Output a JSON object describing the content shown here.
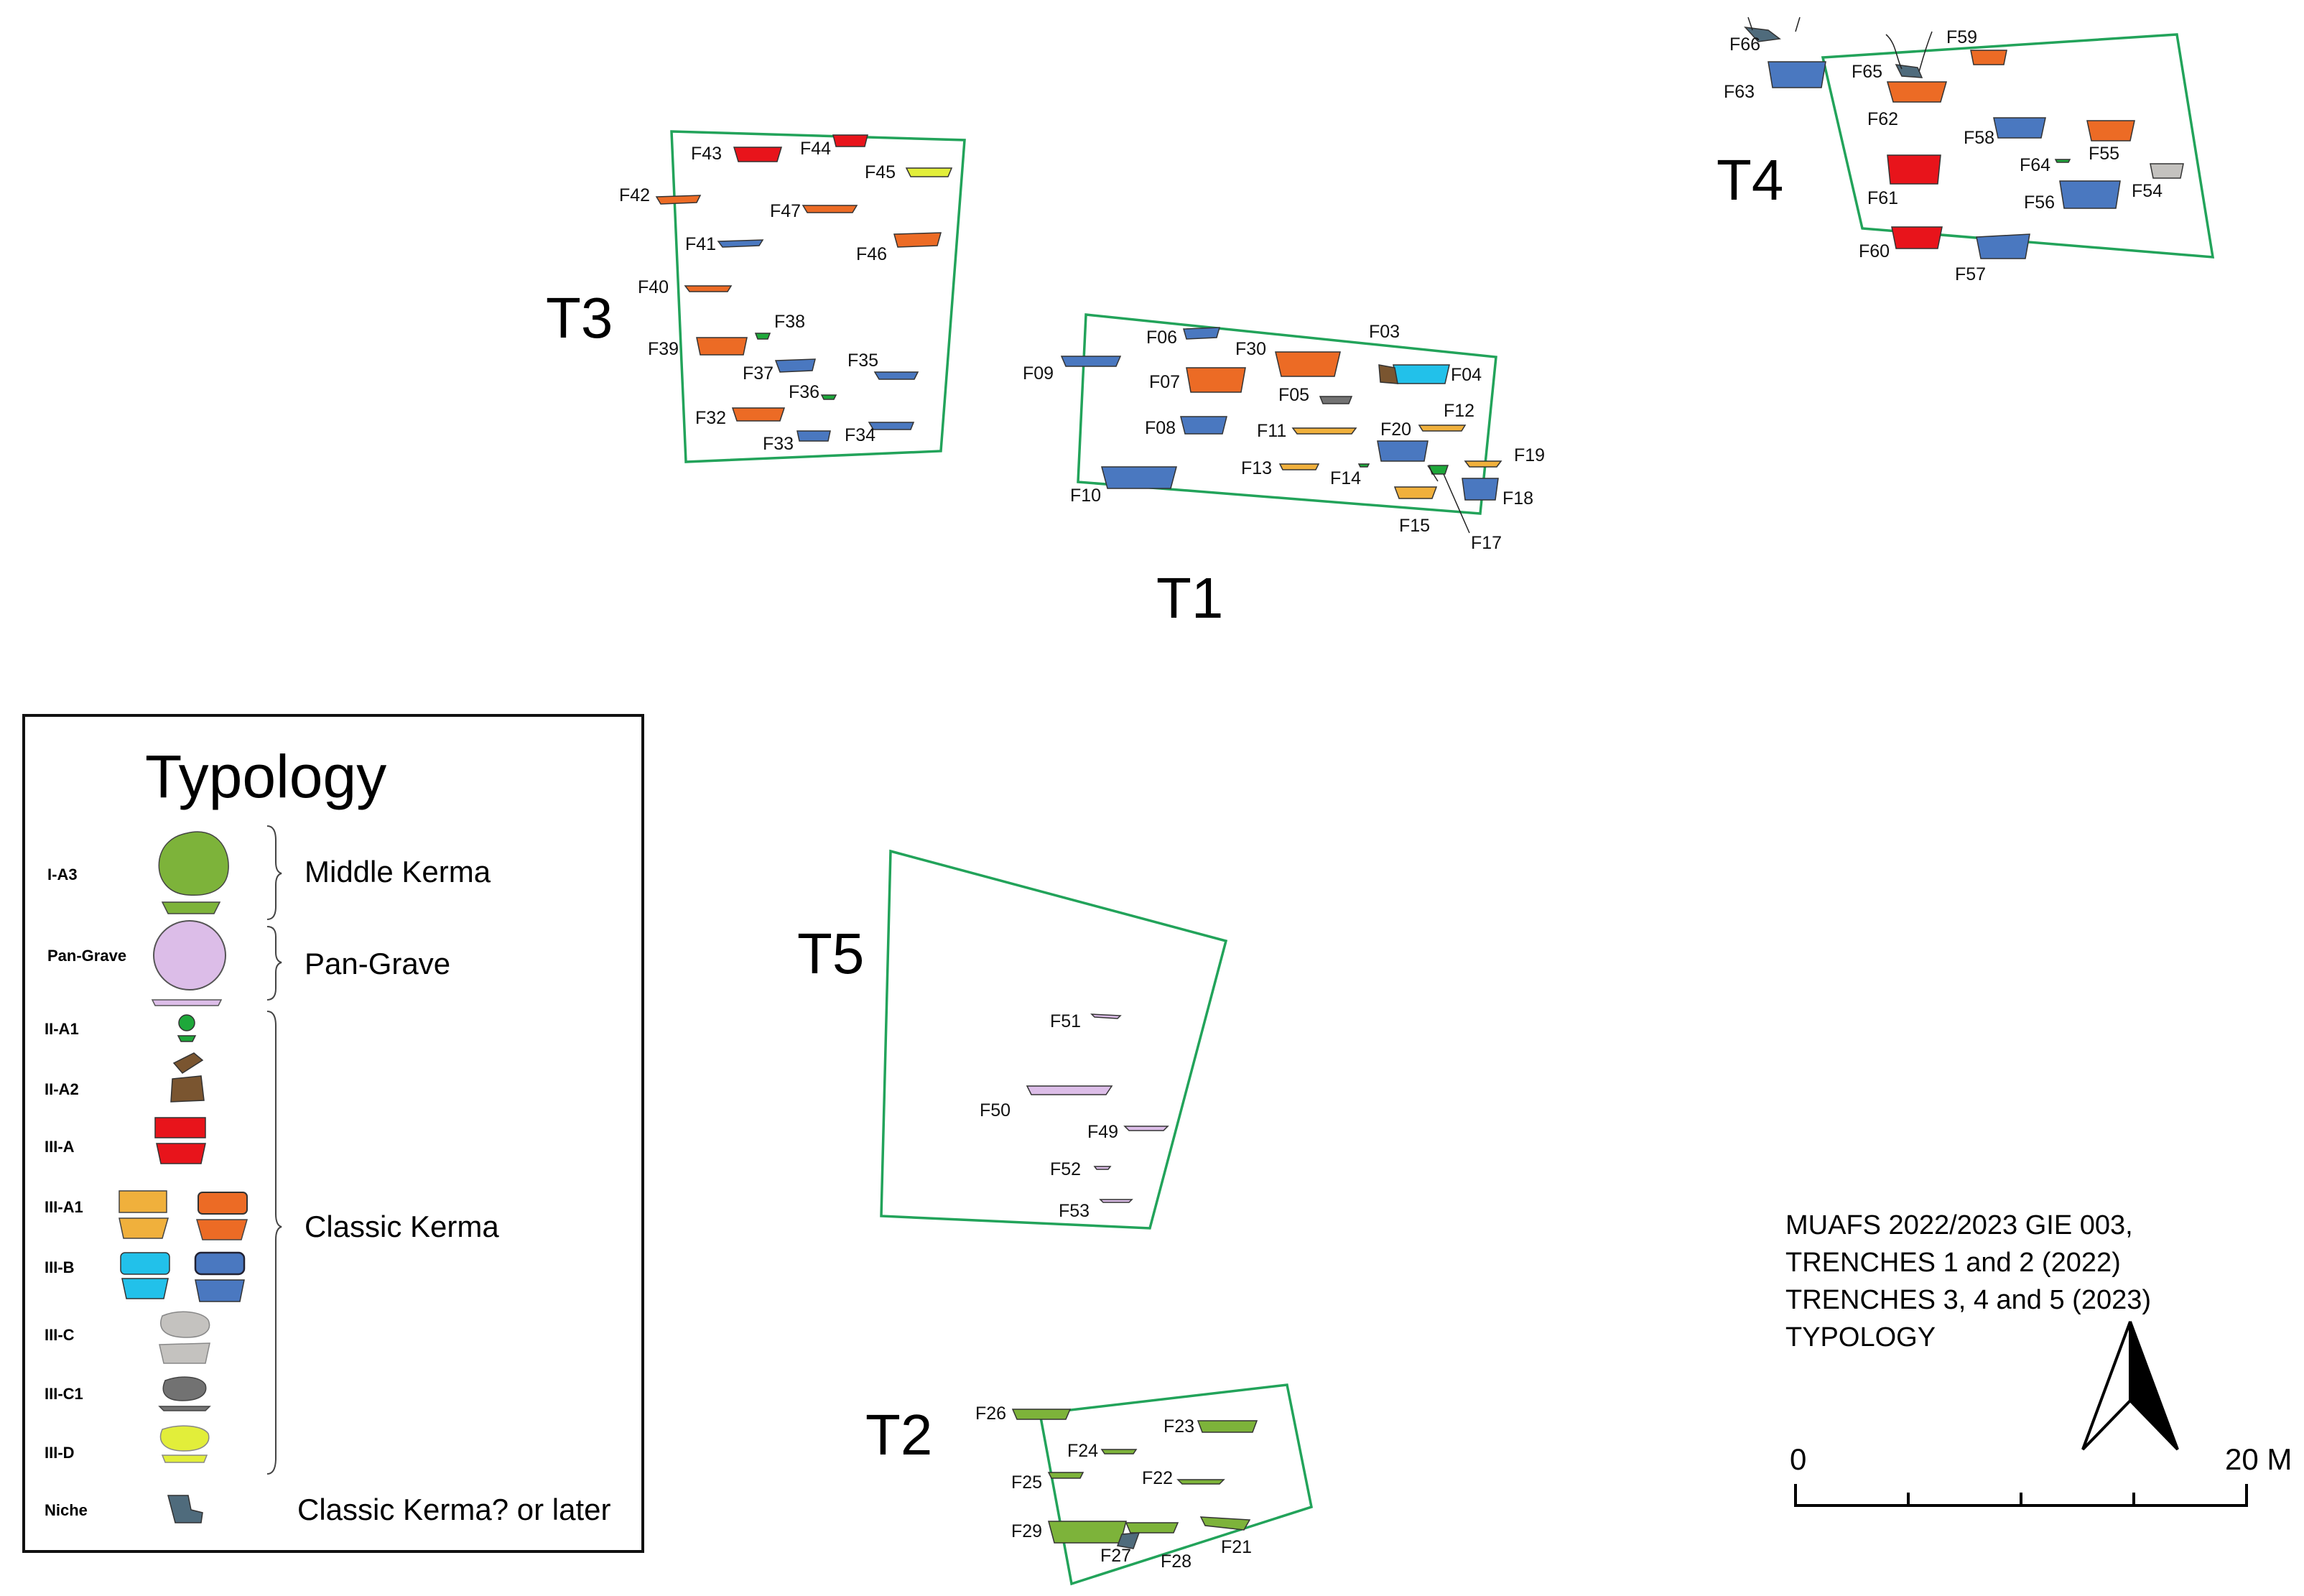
{
  "title_lines": [
    "MUAFS 2022/2023 GIE 003,",
    "TRENCHES 1 and 2 (2022)",
    "TRENCHES 3, 4 and 5 (2023)",
    "TYPOLOGY"
  ],
  "trenches": [
    "T1",
    "T2",
    "T3",
    "T4",
    "T5"
  ],
  "features": [
    {
      "id": "F03",
      "type": "III-A1o"
    },
    {
      "id": "F04",
      "type": "III-B"
    },
    {
      "id": "F05",
      "type": "III-C1"
    },
    {
      "id": "F06",
      "type": "III-Bd"
    },
    {
      "id": "F07",
      "type": "III-A1o"
    },
    {
      "id": "F08",
      "type": "III-Bd"
    },
    {
      "id": "F09",
      "type": "III-Bd"
    },
    {
      "id": "F10",
      "type": "III-Bd"
    },
    {
      "id": "F11",
      "type": "III-A1"
    },
    {
      "id": "F12",
      "type": "III-A1"
    },
    {
      "id": "F13",
      "type": "III-A1"
    },
    {
      "id": "F14",
      "type": "II-A1"
    },
    {
      "id": "F15",
      "type": "III-A1"
    },
    {
      "id": "F17",
      "type": "II-A1"
    },
    {
      "id": "F18",
      "type": "III-Bd"
    },
    {
      "id": "F19",
      "type": "III-A1"
    },
    {
      "id": "F20",
      "type": "III-Bd"
    },
    {
      "id": "F21",
      "type": "I-A3"
    },
    {
      "id": "F22",
      "type": "I-A3"
    },
    {
      "id": "F23",
      "type": "I-A3"
    },
    {
      "id": "F24",
      "type": "I-A3"
    },
    {
      "id": "F25",
      "type": "I-A3"
    },
    {
      "id": "F26",
      "type": "I-A3"
    },
    {
      "id": "F27",
      "type": "Niche"
    },
    {
      "id": "F28",
      "type": "I-A3"
    },
    {
      "id": "F29",
      "type": "I-A3"
    },
    {
      "id": "F30",
      "type": "III-A1o"
    },
    {
      "id": "F32",
      "type": "III-A1o"
    },
    {
      "id": "F33",
      "type": "III-Bd"
    },
    {
      "id": "F34",
      "type": "III-Bd"
    },
    {
      "id": "F35",
      "type": "III-Bd"
    },
    {
      "id": "F36",
      "type": "II-A1"
    },
    {
      "id": "F37",
      "type": "III-Bd"
    },
    {
      "id": "F38",
      "type": "II-A1"
    },
    {
      "id": "F39",
      "type": "III-A1o"
    },
    {
      "id": "F40",
      "type": "III-A1o"
    },
    {
      "id": "F41",
      "type": "III-Bd"
    },
    {
      "id": "F42",
      "type": "III-A1o"
    },
    {
      "id": "F43",
      "type": "III-A"
    },
    {
      "id": "F44",
      "type": "III-A"
    },
    {
      "id": "F45",
      "type": "III-D"
    },
    {
      "id": "F46",
      "type": "III-A1o"
    },
    {
      "id": "F47",
      "type": "III-A1o"
    },
    {
      "id": "F49",
      "type": "Pan-Grave"
    },
    {
      "id": "F50",
      "type": "Pan-Grave"
    },
    {
      "id": "F51",
      "type": "Pan-Grave"
    },
    {
      "id": "F52",
      "type": "Pan-Grave"
    },
    {
      "id": "F53",
      "type": "Pan-Grave"
    },
    {
      "id": "F54",
      "type": "III-C"
    },
    {
      "id": "F55",
      "type": "III-A1o"
    },
    {
      "id": "F56",
      "type": "III-Bd"
    },
    {
      "id": "F57",
      "type": "III-Bd"
    },
    {
      "id": "F58",
      "type": "III-Bd"
    },
    {
      "id": "F59",
      "type": "III-A1o"
    },
    {
      "id": "F60",
      "type": "III-A"
    },
    {
      "id": "F61",
      "type": "III-A"
    },
    {
      "id": "F62",
      "type": "III-A1o"
    },
    {
      "id": "F63",
      "type": "III-Bd"
    },
    {
      "id": "F64",
      "type": "II-A1"
    },
    {
      "id": "F65",
      "type": "Niche"
    },
    {
      "id": "F66",
      "type": "Niche"
    }
  ],
  "legend": {
    "heading": "Typology",
    "rows": [
      {
        "code": "I-A3",
        "color": "#7db33a"
      },
      {
        "code": "Pan-Grave",
        "color": "#dcbde8"
      },
      {
        "code": "II-A1",
        "color": "#1ea83a"
      },
      {
        "code": "II-A2",
        "color": "#7a5530"
      },
      {
        "code": "III-A",
        "color": "#e8141b"
      },
      {
        "code": "III-A1",
        "color": "#f0b03c",
        "color2": "#ec6b25"
      },
      {
        "code": "III-B",
        "color": "#22c1ea",
        "color2": "#4a78c0"
      },
      {
        "code": "III-C",
        "color": "#c4c2bf"
      },
      {
        "code": "III-C1",
        "color": "#727272"
      },
      {
        "code": "III-D",
        "color": "#e2ee3a"
      },
      {
        "code": "Niche",
        "color": "#4f6b7c"
      }
    ],
    "groups": [
      "Middle Kerma",
      "Pan-Grave",
      "Classic Kerma",
      "Classic Kerma? or later"
    ]
  },
  "scale_bar": {
    "start_label": "0",
    "end_label": "20 M"
  },
  "north_arrow": "north-arrow-icon"
}
